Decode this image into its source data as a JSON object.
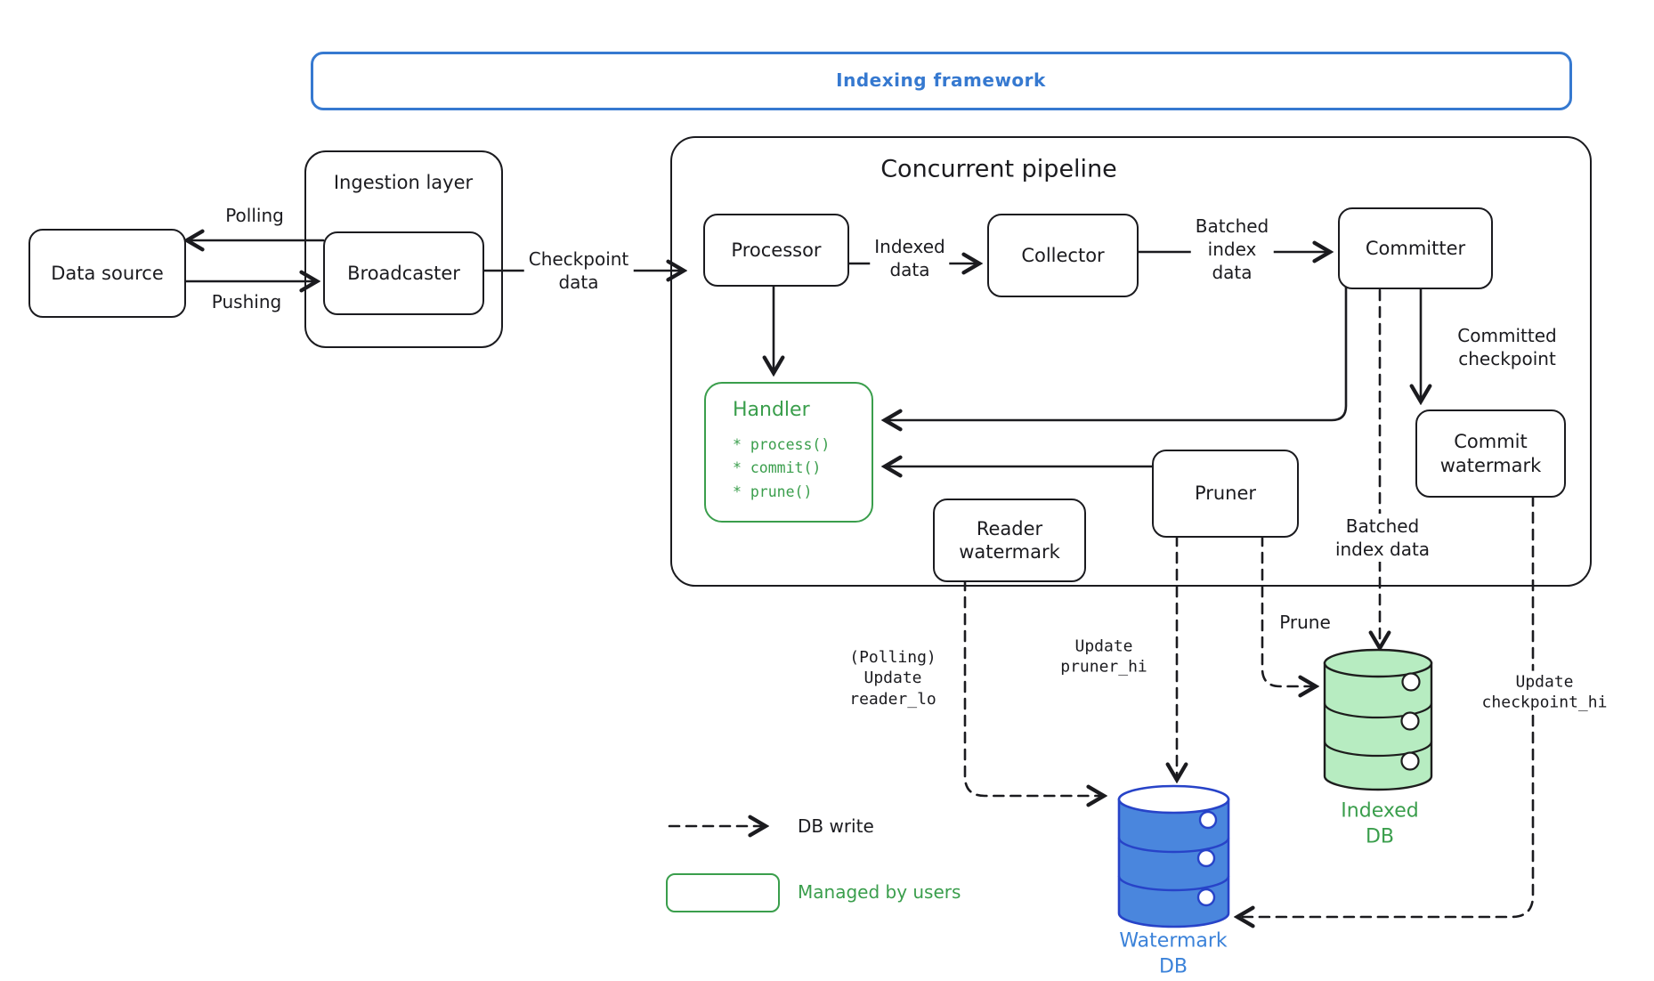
{
  "frame": {
    "title": "Indexing framework"
  },
  "ingestion": {
    "title": "Ingestion layer",
    "broadcaster": "Broadcaster"
  },
  "data_source": {
    "label": "Data source"
  },
  "pipeline": {
    "title": "Concurrent pipeline"
  },
  "nodes": {
    "processor": "Processor",
    "collector": "Collector",
    "committer": "Committer",
    "pruner": "Pruner",
    "reader_watermark": [
      "Reader",
      "watermark"
    ],
    "commit_watermark": [
      "Commit",
      "watermark"
    ]
  },
  "handler": {
    "title": "Handler",
    "methods": [
      "* process()",
      "* commit()",
      "* prune()"
    ]
  },
  "edge_labels": {
    "polling": "Polling",
    "pushing": "Pushing",
    "checkpoint_data": [
      "Checkpoint",
      "data"
    ],
    "indexed_data": [
      "Indexed",
      "data"
    ],
    "batched_index_data_top": [
      "Batched",
      "index",
      "data"
    ],
    "committed_checkpoint": [
      "Committed",
      "checkpoint"
    ],
    "batched_index_data_bottom": [
      "Batched",
      "index data"
    ],
    "prune": "Prune",
    "update_pruner_hi": [
      "Update",
      "pruner_hi"
    ],
    "update_checkpoint_hi": [
      "Update",
      "checkpoint_hi"
    ],
    "polling_update_reader_lo": [
      "(Polling)",
      "Update",
      "reader_lo"
    ]
  },
  "databases": {
    "watermark": [
      "Watermark",
      "DB"
    ],
    "indexed": [
      "Indexed",
      "DB"
    ]
  },
  "legend": {
    "db_write": "DB write",
    "managed_by_users": "Managed by users"
  },
  "colors": {
    "ink": "#1b1b1f",
    "blue_accent": "#3679d0",
    "blue_fill": "#4a86dd",
    "blue_stroke": "#2743c8",
    "green_accent": "#3a9e4c",
    "green_fill": "#b7ecc1"
  }
}
